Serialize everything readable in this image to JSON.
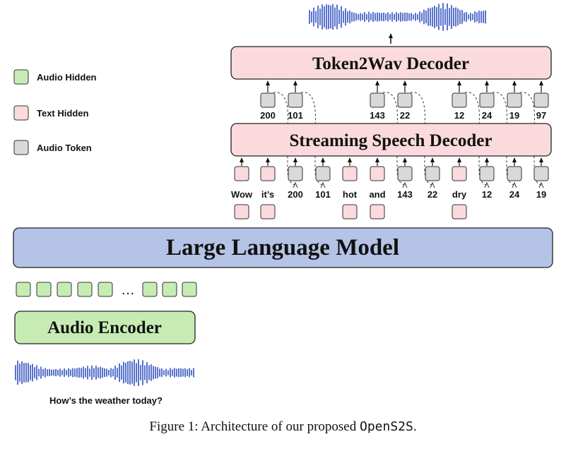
{
  "legend": {
    "audio_hidden": "Audio Hidden",
    "text_hidden": "Text Hidden",
    "audio_token": "Audio Token"
  },
  "blocks": {
    "token2wav": "Token2Wav Decoder",
    "streaming": "Streaming Speech Decoder",
    "llm": "Large Language Model",
    "audio_encoder": "Audio Encoder"
  },
  "output_tokens": [
    "200",
    "101",
    "143",
    "22",
    "12",
    "24",
    "19",
    "97"
  ],
  "input_sequence": [
    {
      "label": "Wow",
      "kind": "text"
    },
    {
      "label": "it’s",
      "kind": "text"
    },
    {
      "label": "200",
      "kind": "audio"
    },
    {
      "label": "101",
      "kind": "audio"
    },
    {
      "label": "hot",
      "kind": "text"
    },
    {
      "label": "and",
      "kind": "text"
    },
    {
      "label": "143",
      "kind": "audio"
    },
    {
      "label": "22",
      "kind": "audio"
    },
    {
      "label": "dry",
      "kind": "text"
    },
    {
      "label": "12",
      "kind": "audio"
    },
    {
      "label": "24",
      "kind": "audio"
    },
    {
      "label": "19",
      "kind": "audio"
    }
  ],
  "ellipsis": "…",
  "input_question": "How’s the weather today?",
  "caption": {
    "prefix": "Figure 1: Architecture of our proposed ",
    "model": "OpenS2S",
    "suffix": "."
  },
  "colors": {
    "pink_fill": "#fadadd",
    "gray_fill": "#d9d9d9",
    "green_fill": "#c6ecb4",
    "llm_fill": "#b4c3e6",
    "wave": "#2f4fc0"
  }
}
